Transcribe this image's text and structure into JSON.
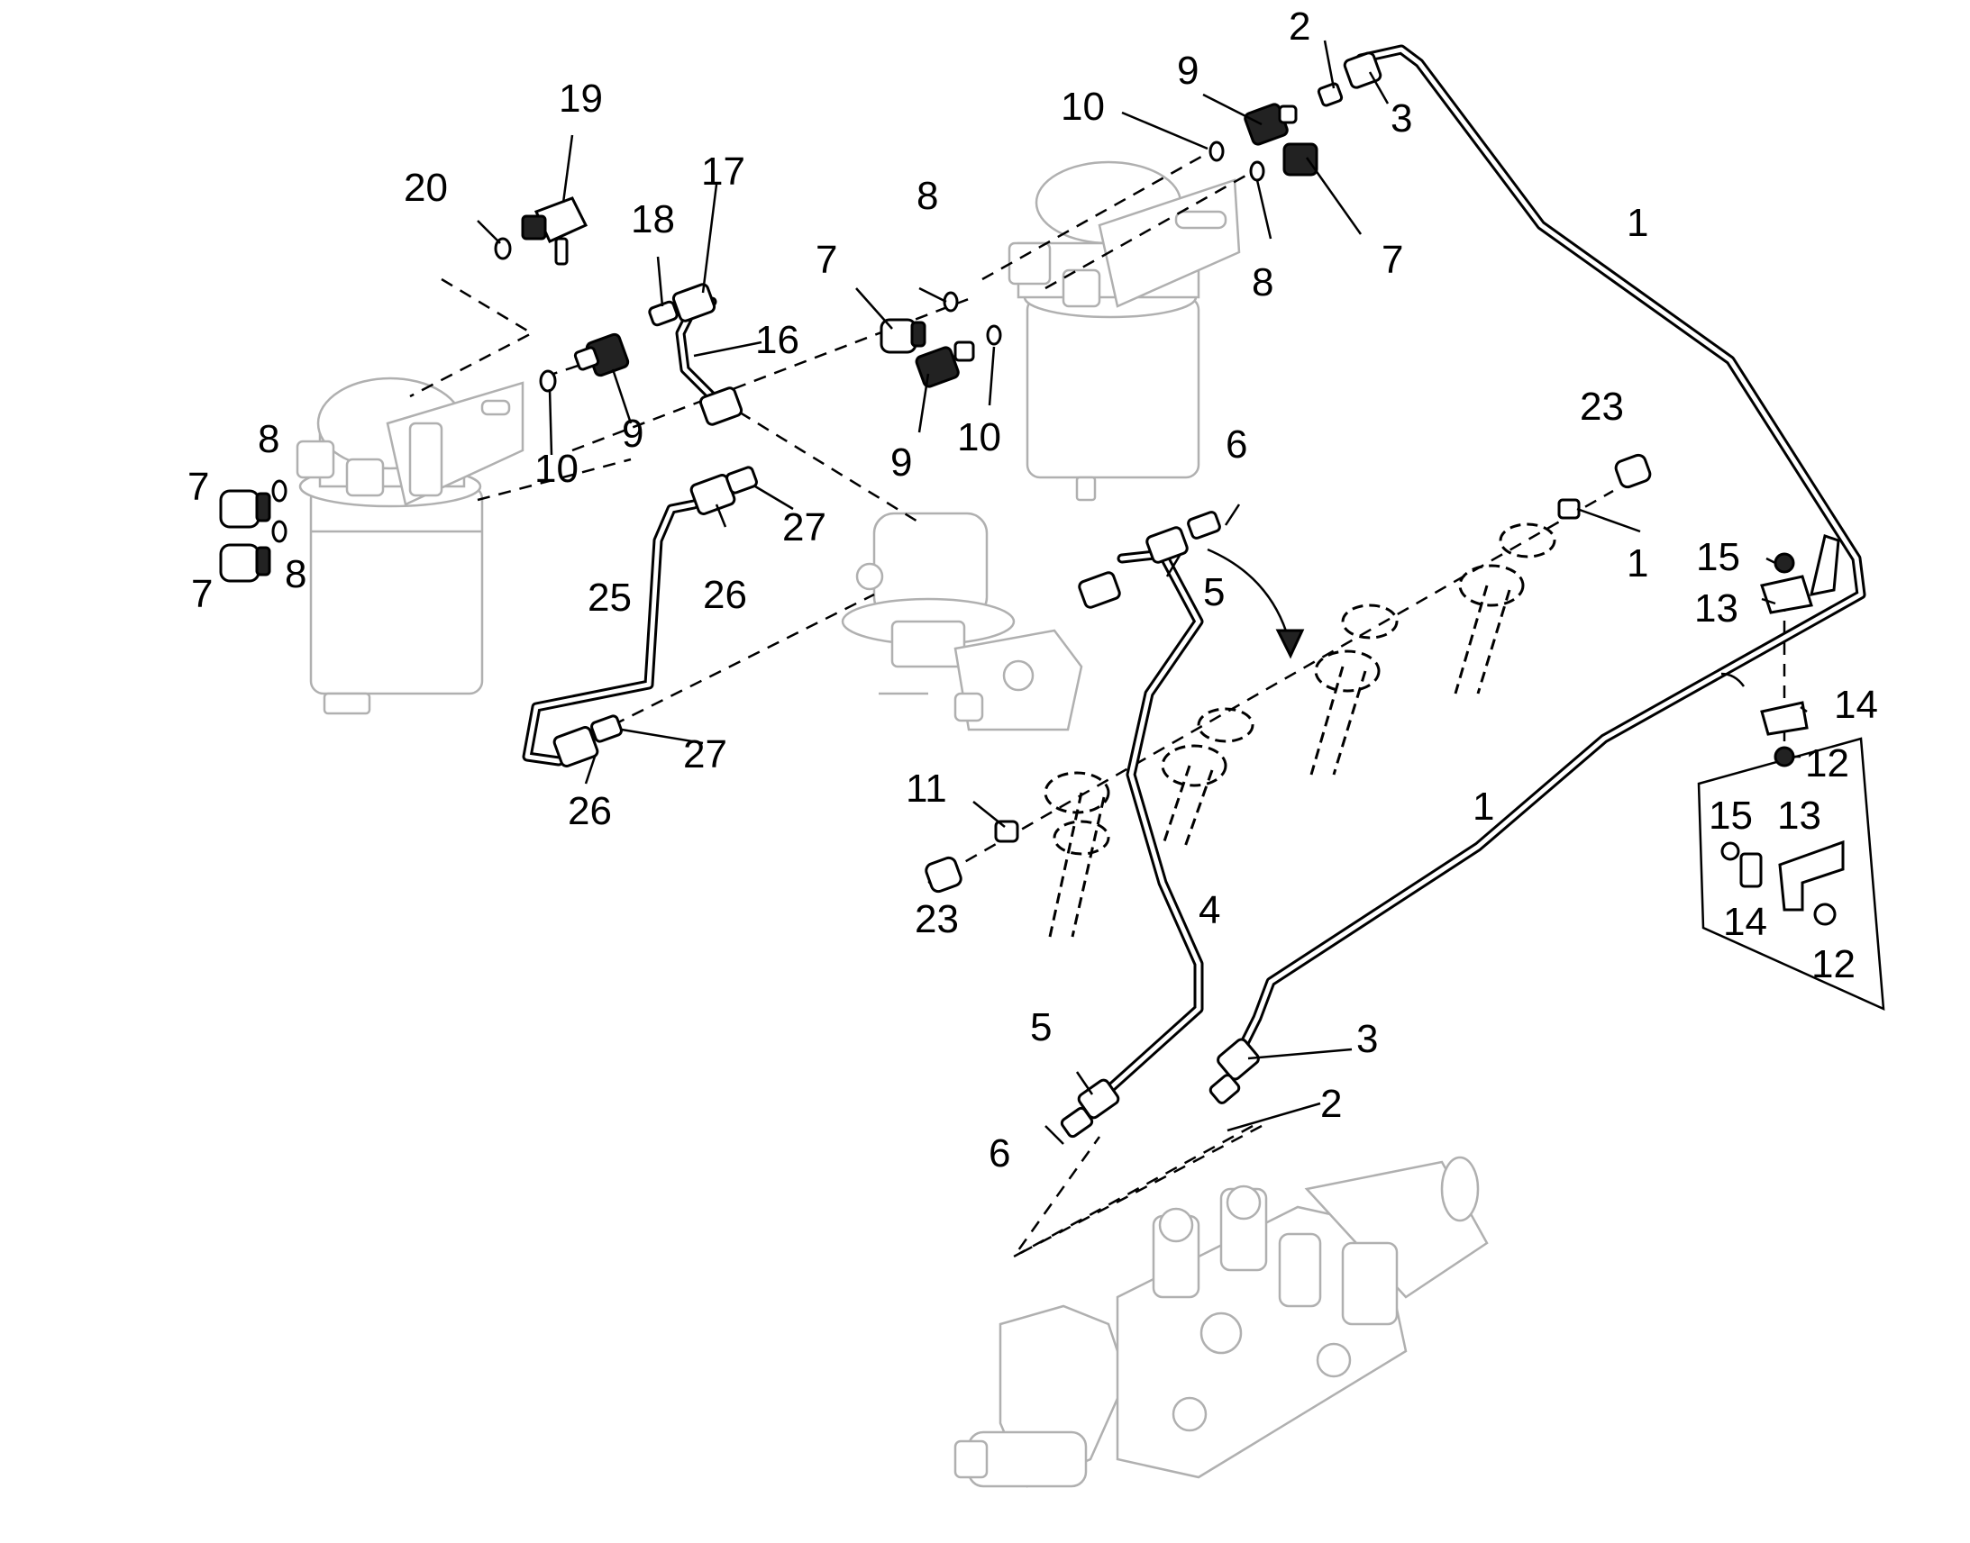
{
  "diagram": {
    "callouts": [
      {
        "id": "c1",
        "text": "1"
      },
      {
        "id": "c2",
        "text": "1"
      },
      {
        "id": "c3",
        "text": "1"
      },
      {
        "id": "c4",
        "text": "2"
      },
      {
        "id": "c5",
        "text": "2"
      },
      {
        "id": "c6",
        "text": "3"
      },
      {
        "id": "c7",
        "text": "3"
      },
      {
        "id": "c8",
        "text": "4"
      },
      {
        "id": "c9",
        "text": "5"
      },
      {
        "id": "c10",
        "text": "5"
      },
      {
        "id": "c11",
        "text": "6"
      },
      {
        "id": "c12",
        "text": "6"
      },
      {
        "id": "c13",
        "text": "7"
      },
      {
        "id": "c14",
        "text": "7"
      },
      {
        "id": "c15",
        "text": "7"
      },
      {
        "id": "c16",
        "text": "7"
      },
      {
        "id": "c17",
        "text": "8"
      },
      {
        "id": "c18",
        "text": "8"
      },
      {
        "id": "c19",
        "text": "8"
      },
      {
        "id": "c20",
        "text": "8"
      },
      {
        "id": "c21",
        "text": "9"
      },
      {
        "id": "c22",
        "text": "9"
      },
      {
        "id": "c23",
        "text": "9"
      },
      {
        "id": "c24",
        "text": "10"
      },
      {
        "id": "c25",
        "text": "10"
      },
      {
        "id": "c26",
        "text": "10"
      },
      {
        "id": "c27",
        "text": "11"
      },
      {
        "id": "c28",
        "text": "12"
      },
      {
        "id": "c29",
        "text": "12"
      },
      {
        "id": "c30",
        "text": "13"
      },
      {
        "id": "c31",
        "text": "13"
      },
      {
        "id": "c32",
        "text": "14"
      },
      {
        "id": "c33",
        "text": "14"
      },
      {
        "id": "c34",
        "text": "15"
      },
      {
        "id": "c35",
        "text": "15"
      },
      {
        "id": "c36",
        "text": "16"
      },
      {
        "id": "c37",
        "text": "17"
      },
      {
        "id": "c38",
        "text": "18"
      },
      {
        "id": "c39",
        "text": "19"
      },
      {
        "id": "c40",
        "text": "20"
      },
      {
        "id": "c41",
        "text": "23"
      },
      {
        "id": "c42",
        "text": "23"
      },
      {
        "id": "c43",
        "text": "25"
      },
      {
        "id": "c44",
        "text": "26"
      },
      {
        "id": "c45",
        "text": "26"
      },
      {
        "id": "c46",
        "text": "27"
      },
      {
        "id": "c47",
        "text": "27"
      }
    ]
  }
}
